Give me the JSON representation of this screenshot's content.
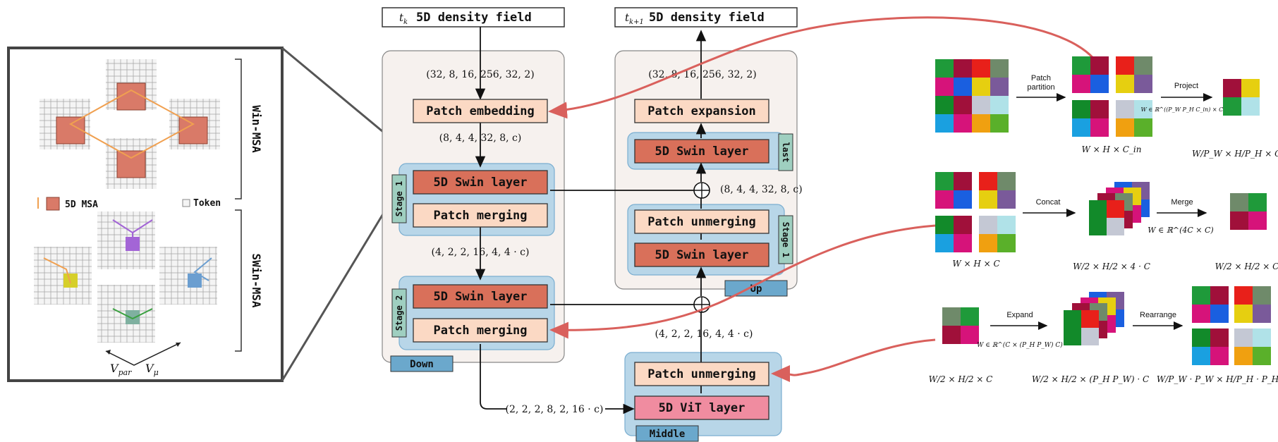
{
  "io": {
    "input_label": "t_k 5D density field",
    "input_sub": "k",
    "input_text": "5D density field",
    "output_sub": "k+1",
    "output_text": "5D density field"
  },
  "shapes": {
    "s_in": "(32, 8, 16, 256, 32, 2)",
    "s_out": "(32, 8, 16, 256, 32, 2)",
    "s_embed": "(8, 4, 4, 32, 8, c)",
    "s_skip1": "(8, 4, 4, 32, 8, c)",
    "s_merge1": "(4, 2, 2, 16, 4, 4 · c)",
    "s_up_in": "(4, 2, 2, 16, 4, 4 · c)",
    "s_mid": "(2, 2, 2, 8, 2, 16 · c)"
  },
  "blocks": {
    "patch_embedding": "Patch embedding",
    "swin1": "5D Swin layer",
    "merge1": "Patch merging",
    "swin2": "5D Swin layer",
    "merge2": "Patch merging",
    "expansion": "Patch expansion",
    "swin_last": "5D Swin layer",
    "unmerge_up": "Patch unmerging",
    "swin_up": "5D Swin layer",
    "unmerge_mid": "Patch unmerging",
    "vit": "5D ViT layer"
  },
  "stage_labels": {
    "stage1": "Stage 1",
    "stage2": "Stage 2",
    "last": "last",
    "stage_up": "Stage 1",
    "down": "Down",
    "up": "Up",
    "middle": "Middle"
  },
  "left_panel": {
    "win_msa": "Win-MSA",
    "swin_msa": "SWin-MSA",
    "msa_legend": "5D MSA",
    "token_legend": "Token",
    "axis_par": "V",
    "axis_par_sub": "par",
    "axis_mu": "V",
    "axis_mu_sub": "μ"
  },
  "right_panel": {
    "patch_partition_l1": "Patch",
    "patch_partition_l2": "partition",
    "project": "Project",
    "project_math": "W ∈ ℝ^((P_W P_H C_in) × C_h)",
    "concat": "Concat",
    "merge": "Merge",
    "merge_math": "W ∈ ℝ^(4C × C)",
    "expand": "Expand",
    "expand_math": "W ∈ ℝ^(C × (P_H P_W) C)",
    "rearrange": "Rearrange",
    "r1_cap1": "W × H × C_in",
    "r1_cap2": "W/P_W × H/P_H × C_h",
    "r2_cap1": "W × H × C",
    "r2_cap2": "W/2 × H/2 × 4 · C",
    "r2_cap3": "W/2 × H/2 × C",
    "r3_cap1": "W/2 × H/2 × C",
    "r3_cap2": "W/2 × H/2 × (P_H P_W) · C",
    "r3_cap3": "W/P_W · P_W × H/P_H · P_H × C"
  },
  "colors": {
    "swin": "#d9705a",
    "light_block": "#fbd9c4",
    "vit": "#f08ca0",
    "stage_bg": "#b8d6e8",
    "outer_bg": "#f6f1ee",
    "tag": "#6ba8cc",
    "stage_tag": "#9fcfc0",
    "red_arrow": "#d9605c",
    "msa_orange": "#f0a050",
    "msa_red": "#d97a68",
    "purple": "#a365d6",
    "yellow": "#d6cf2a",
    "blue": "#6b9ed0",
    "green": "#7fb0a0"
  }
}
